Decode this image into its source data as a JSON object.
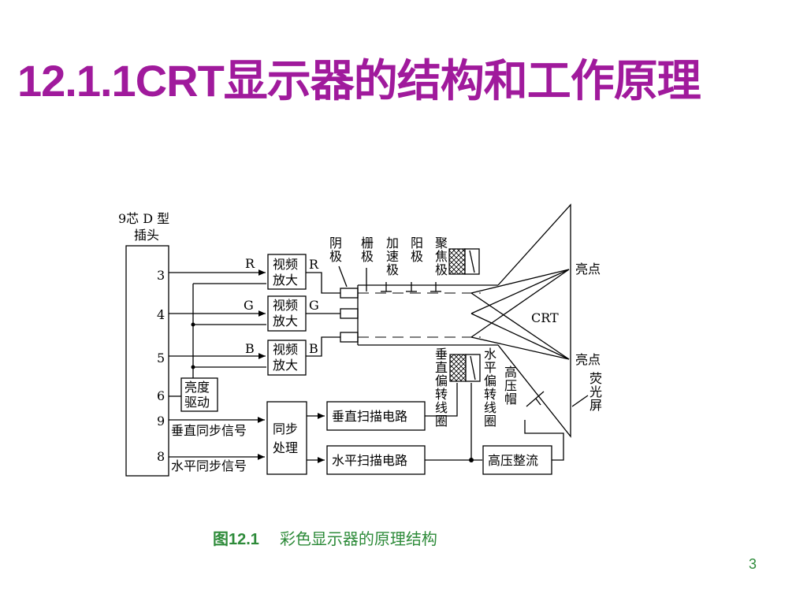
{
  "slide": {
    "title": "12.1.1CRT显示器的结构和工作原理",
    "caption_number": "图12.1",
    "caption_text": "彩色显示器的原理结构",
    "page_number": "3"
  },
  "diagram": {
    "connector_label_1": "9芯 D 型",
    "connector_label_2": "插头",
    "pins": [
      "3",
      "4",
      "5",
      "6",
      "9",
      "8"
    ],
    "channels": [
      {
        "in": "R",
        "out": "R",
        "amp_1": "视频",
        "amp_2": "放大"
      },
      {
        "in": "G",
        "out": "G",
        "amp_1": "视频",
        "amp_2": "放大"
      },
      {
        "in": "B",
        "out": "B",
        "amp_1": "视频",
        "amp_2": "放大"
      }
    ],
    "brightness_1": "亮度",
    "brightness_2": "驱动",
    "vsync_signal": "垂直同步信号",
    "hsync_signal": "水平同步信号",
    "sync_1": "同步",
    "sync_2": "处理",
    "vscan": "垂直扫描电路",
    "hscan": "水平扫描电路",
    "hv_rectifier": "高压整流",
    "electrodes": [
      "阴极",
      "栅极",
      "加速极",
      "阳极",
      "聚焦极"
    ],
    "crt": "CRT",
    "spot_top": "亮点",
    "spot_bottom": "亮点",
    "v_coil": "垂直偏转线圈",
    "h_coil": "水平偏转线圈",
    "hv_cap": "高压帽",
    "screen": "荧光屏"
  }
}
